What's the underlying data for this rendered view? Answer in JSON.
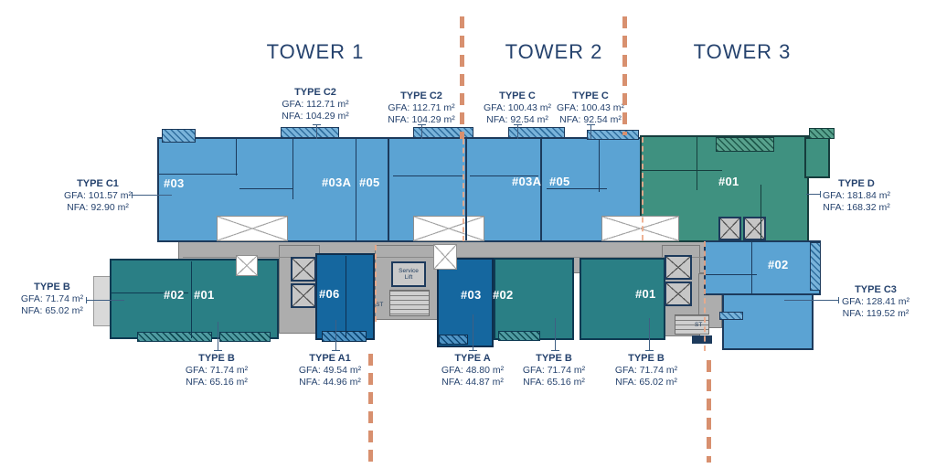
{
  "towers": [
    {
      "label": "TOWER 1"
    },
    {
      "label": "TOWER 2"
    },
    {
      "label": "TOWER 3"
    }
  ],
  "type_labels": [
    {
      "key": "type-c2-tower1-left",
      "title": "TYPE C2",
      "gfa": "GFA: 112.71 m²",
      "nfa": "NFA: 104.29 m²"
    },
    {
      "key": "type-c2-tower1-right",
      "title": "TYPE C2",
      "gfa": "GFA: 112.71 m²",
      "nfa": "NFA: 104.29 m²"
    },
    {
      "key": "type-c-tower2-left",
      "title": "TYPE C",
      "gfa": "GFA: 100.43 m²",
      "nfa": "NFA: 92.54 m²"
    },
    {
      "key": "type-c-tower2-right",
      "title": "TYPE C",
      "gfa": "GFA: 100.43 m²",
      "nfa": "NFA: 92.54 m²"
    },
    {
      "key": "type-c1-left",
      "title": "TYPE C1",
      "gfa": "GFA: 101.57 m²",
      "nfa": "NFA: 92.90 m²"
    },
    {
      "key": "type-b-left",
      "title": "TYPE B",
      "gfa": "GFA: 71.74 m²",
      "nfa": "NFA: 65.02 m²"
    },
    {
      "key": "type-b-bottom-1",
      "title": "TYPE B",
      "gfa": "GFA: 71.74 m²",
      "nfa": "NFA: 65.16 m²"
    },
    {
      "key": "type-a1-bottom",
      "title": "TYPE A1",
      "gfa": "GFA: 49.54 m²",
      "nfa": "NFA: 44.96 m²"
    },
    {
      "key": "type-a-bottom",
      "title": "TYPE A",
      "gfa": "GFA: 48.80 m²",
      "nfa": "NFA: 44.87 m²"
    },
    {
      "key": "type-b-bottom-2",
      "title": "TYPE B",
      "gfa": "GFA: 71.74 m²",
      "nfa": "NFA: 65.16 m²"
    },
    {
      "key": "type-b-bottom-3",
      "title": "TYPE B",
      "gfa": "GFA: 71.74 m²",
      "nfa": "NFA: 65.02 m²"
    },
    {
      "key": "type-d-right",
      "title": "TYPE D",
      "gfa": "GFA: 181.84 m²",
      "nfa": "NFA: 168.32 m²"
    },
    {
      "key": "type-c3-right",
      "title": "TYPE C3",
      "gfa": "GFA: 128.41 m²",
      "nfa": "NFA: 119.52 m²"
    }
  ],
  "units": [
    {
      "num": "#03"
    },
    {
      "num": "#03A"
    },
    {
      "num": "#05"
    },
    {
      "num": "#03A"
    },
    {
      "num": "#05"
    },
    {
      "num": "#01"
    },
    {
      "num": "#02"
    },
    {
      "num": "#02"
    },
    {
      "num": "#01"
    },
    {
      "num": "#06"
    },
    {
      "num": "#03"
    },
    {
      "num": "#02"
    },
    {
      "num": "#01"
    }
  ],
  "plan_texts": {
    "service_lift": "Service Lift",
    "stairs_abbr": "ST"
  },
  "colors": {
    "text_navy": "#26436e",
    "unit_blue": "#5ba3d3",
    "unit_green": "#3f9180",
    "unit_teal": "#2a7f85",
    "unit_dark_blue": "#15679f",
    "corridor_gray": "#adadad",
    "divider_orange": "#d8906f",
    "wall_navy": "#1c3a5c",
    "unit_label_white": "#ffffff"
  }
}
